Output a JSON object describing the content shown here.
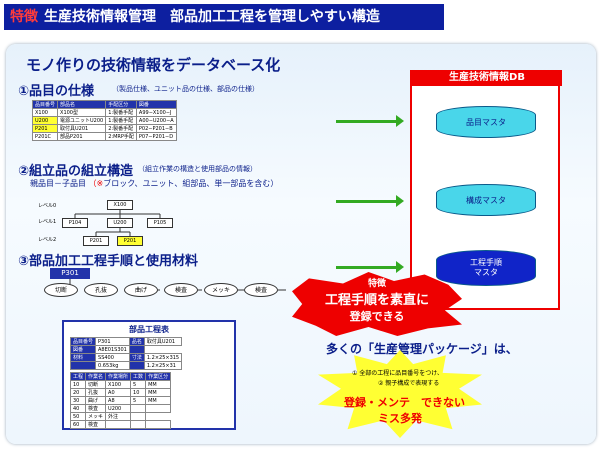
{
  "title": {
    "tag": "特徴",
    "main": "生産技術情報管理　部品加工工程を管理しやすい構造"
  },
  "heading": "モノ作りの技術情報をデータベース化",
  "sec1": {
    "label": "①品目の仕様",
    "note": "（製品仕様、ユニット品の仕様、部品の仕様）",
    "table": [
      [
        "品目番号",
        "部品名",
        "手配区分",
        "図番"
      ],
      [
        "X100",
        "X100型",
        "1:製番手配",
        "A99−X100−J"
      ],
      [
        "U200",
        "電源ユニットU200",
        "1:製番手配",
        "A00−U200−A"
      ],
      [
        "P201",
        "取付具U201",
        "2:製番手配",
        "P02−P201−B"
      ],
      [
        "P201C",
        "部品P201",
        "2:MRP手配",
        "P07−P201−D"
      ]
    ]
  },
  "sec2": {
    "label": "②組立品の組立構造",
    "note": "（組立作業の構造と使用部品の情報）",
    "line2a": "親品目－子品目",
    "line2mark": "（※",
    "line2b": "ブロック、ユニット、組部品、単一部品を含む）",
    "levels": [
      "レベル0",
      "レベル1",
      "レベル2"
    ],
    "nodes": {
      "n0": "X100",
      "n1a": "P104",
      "n1b": "U200",
      "n1c": "P105",
      "n2a": "P201",
      "n2b": "P201"
    }
  },
  "sec3": {
    "label": "③部品加工工程手順と使用材料",
    "part": "P301",
    "steps": [
      "切断",
      "孔抜",
      "曲げ",
      "検査",
      "メッキ",
      "検査"
    ]
  },
  "doc": {
    "title": "部品工程表",
    "rows": [
      [
        "品目番号",
        "P301",
        "品名",
        "取付具U201"
      ],
      [
        "図番",
        "A8E01S301",
        ""
      ],
      [
        "材料",
        "SS400",
        "寸法",
        "1.2×25×315"
      ],
      [
        "",
        "0.653kg",
        "",
        "1.2×25×31"
      ]
    ],
    "cols": [
      "工程",
      "作業名",
      "作業場所",
      "工数",
      "作業区分"
    ],
    "lines": [
      [
        "10",
        "切断",
        "X100",
        "5",
        "MM"
      ],
      [
        "20",
        "孔抜",
        "A0",
        "10",
        "MM"
      ],
      [
        "30",
        "曲げ",
        "A8",
        "5",
        "MM"
      ],
      [
        "40",
        "検査",
        "U200",
        "",
        ""
      ],
      [
        "50",
        "メッキ",
        "外注",
        ""
      ],
      [
        "60",
        "検査",
        "",
        "",
        ""
      ]
    ]
  },
  "db": {
    "title": "生産技術情報DB",
    "items": [
      "品目マスタ",
      "構成マスタ",
      "工程手順\nマスタ"
    ]
  },
  "burst": {
    "small": "特徴",
    "line1": "工程手順を素直に",
    "line2": "登録できる"
  },
  "package": "多くの「生産管理パッケージ」は、",
  "yellow": {
    "n1": "① 全部の工程に品目番号をつけ、",
    "n2": "② 親子構成で表現する",
    "big1": "登録・メンテ　できない",
    "big2": "ミス多発"
  }
}
